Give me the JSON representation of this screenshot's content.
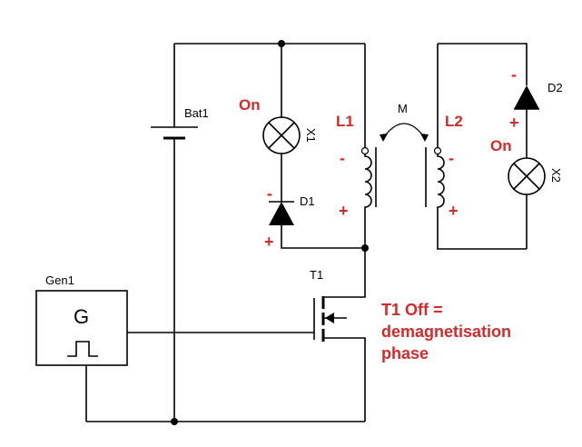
{
  "labels": {
    "bat1": "Bat1",
    "gen1": "Gen1",
    "gen_symbol": "G",
    "t1": "T1",
    "x1": "X1",
    "x2": "X2",
    "d1": "D1",
    "d2": "D2",
    "m": "M",
    "l1": "L1",
    "l2": "L2"
  },
  "state": {
    "x1_status": "On",
    "x2_status": "On",
    "plus": "+",
    "minus": "-"
  },
  "annotation": {
    "line1": "T1 Off =",
    "line2": "demagnetisation",
    "line3": "phase"
  },
  "colors": {
    "annotation": "#d42a2a",
    "wire": "#000000"
  }
}
